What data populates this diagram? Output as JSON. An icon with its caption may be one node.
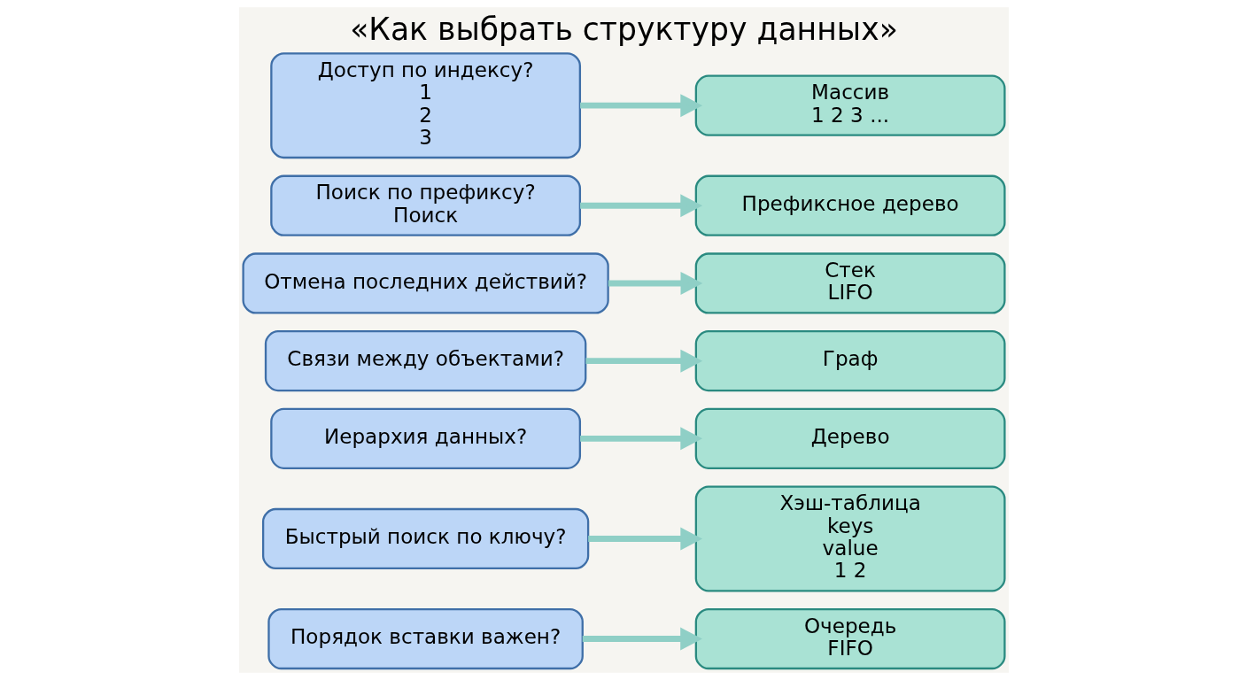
{
  "diagram": {
    "title": "«Как выбрать структуру данных»",
    "nodes": [
      {
        "text": [
          "Порядок вставки важен?"
        ]
      },
      {
        "text": [
          "Очередь",
          "FIFO"
        ]
      },
      {
        "text": [
          "Быстрый поиск по ключу?"
        ]
      },
      {
        "text": [
          "Хэш-таблица",
          "keys",
          "value",
          "1 2"
        ]
      },
      {
        "text": [
          "Иерархия данных?"
        ]
      },
      {
        "text": [
          "Дерево"
        ]
      },
      {
        "text": [
          "Связи между объектами?"
        ]
      },
      {
        "text": [
          "Граф"
        ]
      },
      {
        "text": [
          "Отмена последних действий?"
        ]
      },
      {
        "text": [
          "Стек",
          "LIFO"
        ]
      },
      {
        "text": [
          "Поиск по префиксу?",
          "Поиск"
        ]
      },
      {
        "text": [
          "Префиксное дерево"
        ]
      },
      {
        "text": [
          "Доступ по индексу?",
          "1",
          "2",
          "3"
        ]
      },
      {
        "text": [
          "Массив",
          "1 2 3 ..."
        ]
      }
    ],
    "edges": [
      {
        "from": 0,
        "to": 1,
        "arrow": "to"
      },
      {
        "from": 2,
        "to": 3,
        "arrow": "to"
      },
      {
        "from": 4,
        "to": 5,
        "arrow": "to"
      },
      {
        "from": 6,
        "to": 7,
        "arrow": "to"
      },
      {
        "from": 8,
        "to": 9,
        "arrow": "to"
      },
      {
        "from": 10,
        "to": 11,
        "arrow": "to"
      },
      {
        "from": 12,
        "to": 13,
        "arrow": "to"
      }
    ]
  }
}
